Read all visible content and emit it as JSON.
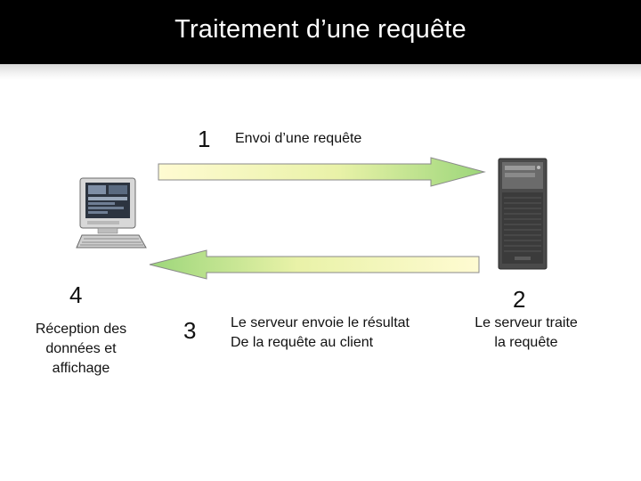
{
  "slide": {
    "title": "Traitement d’une requête"
  },
  "steps": {
    "step1": {
      "number": "1",
      "text": "Envoi d’une requête"
    },
    "step2": {
      "number": "2",
      "text_line1": "Le serveur traite",
      "text_line2": "la requête"
    },
    "step3": {
      "number": "3",
      "text_line1": "Le serveur envoie le résultat",
      "text_line2": "De la requête au client"
    },
    "step4": {
      "number": "4",
      "text_line1": "Réception des",
      "text_line2": "données et",
      "text_line3": "affichage"
    }
  },
  "colors": {
    "arrow_gradient_start": "#fffbd2",
    "arrow_gradient_mid": "#e9f2a8",
    "arrow_gradient_end": "#9cd67a",
    "arrow_outline": "#8a8a8a"
  },
  "icons": {
    "client": "computer-icon",
    "server": "server-tower-icon"
  }
}
